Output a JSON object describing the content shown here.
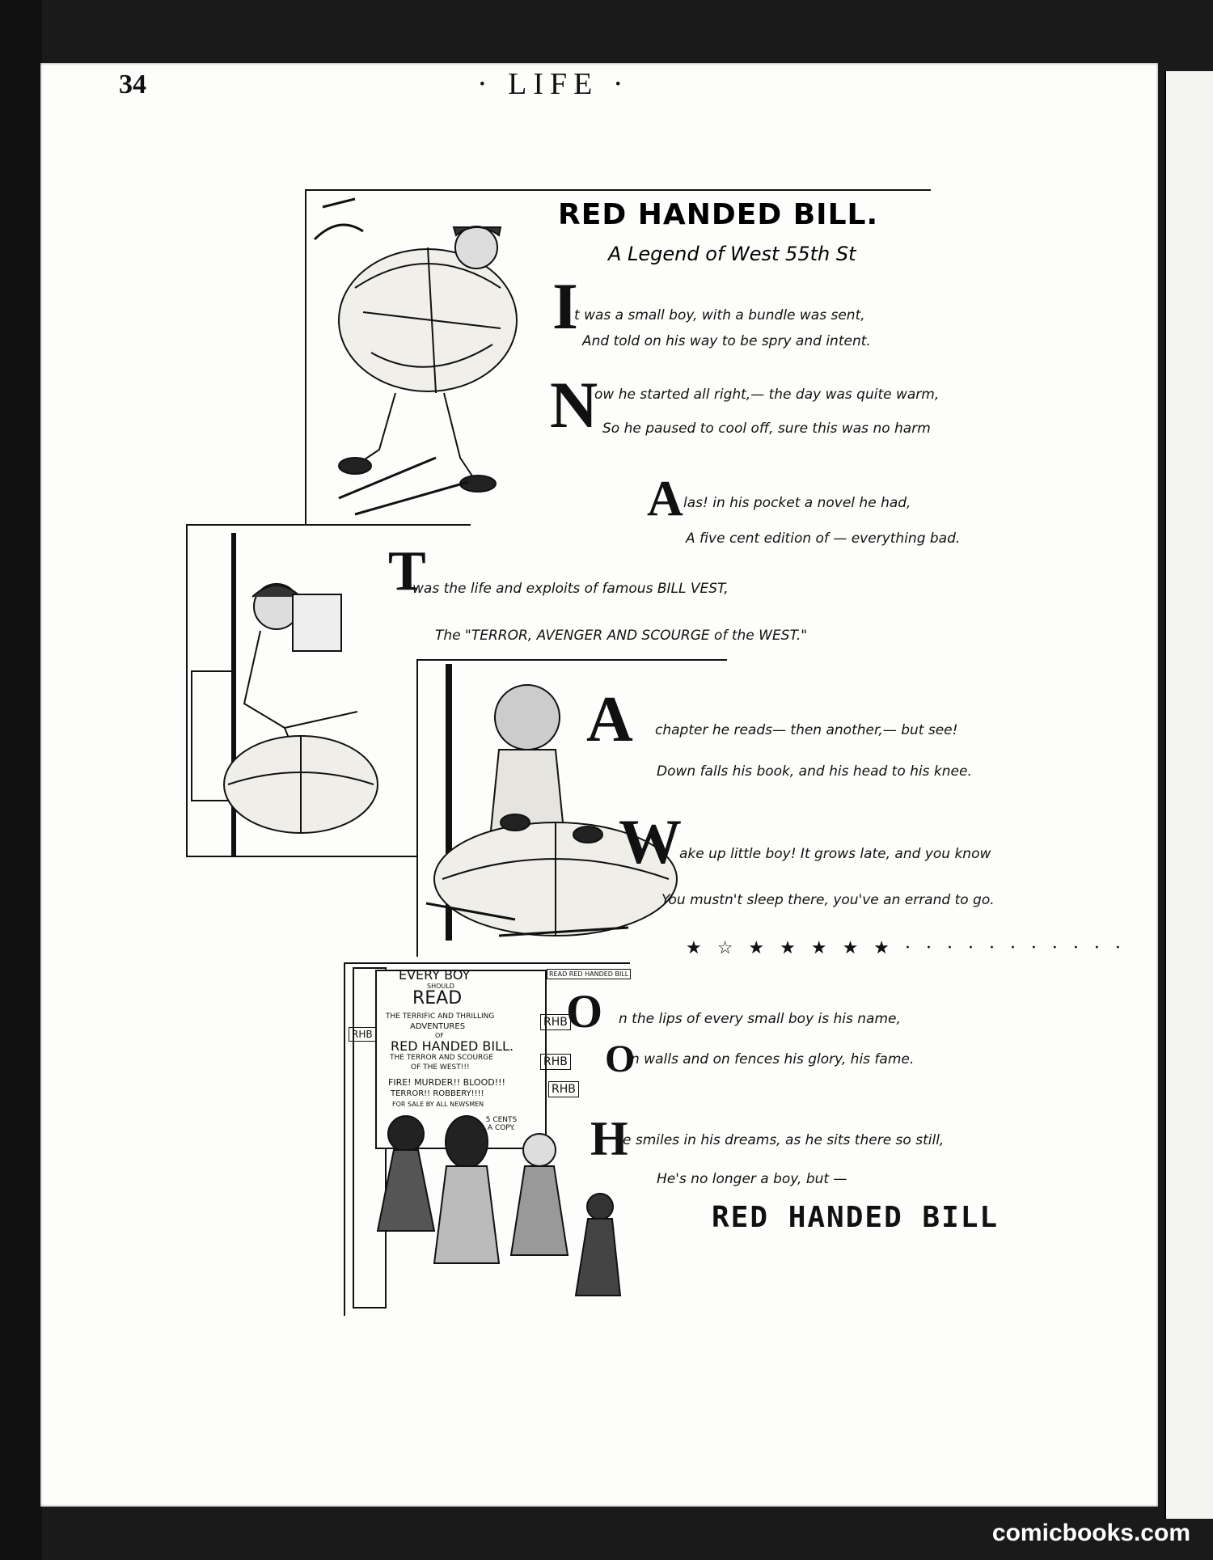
{
  "header": {
    "page_number": "34",
    "running_head": "· LIFE ·"
  },
  "poem": {
    "title": "RED HANDED BILL.",
    "subtitle": "A Legend of West 55th St",
    "stanzas": [
      {
        "initial": "I",
        "line1": "t was a small boy, with a bundle was sent,",
        "line2": "And told on his way to be spry and intent."
      },
      {
        "initial": "N",
        "line1": "ow he started all right,— the day was quite warm,",
        "line2": "So he paused to cool off, sure this was no harm"
      },
      {
        "initial": "A",
        "line1": "las! in his pocket a novel he had,",
        "line2": "A five cent edition of — everything bad."
      },
      {
        "initial": "T",
        "line1": "was the life and exploits of famous BILL VEST,",
        "line2": "The \"TERROR, AVENGER AND SCOURGE of the WEST.\""
      },
      {
        "initial": "A",
        "line1": "chapter he reads— then another,— but see!",
        "line2": "Down falls his book, and his head to his knee."
      },
      {
        "initial": "W",
        "line1": "ake up little boy! It grows late, and you know",
        "line2": "You mustn't sleep there, you've an errand to go."
      },
      {
        "initial": "O",
        "line1": "n the lips of every small boy is his name,"
      },
      {
        "initial": "O",
        "line1": "n walls and on fences his glory, his fame."
      },
      {
        "initial": "H",
        "line1": "e smiles in his dreams, as he sits there so still,",
        "line2": "He's no longer a boy, but —"
      }
    ],
    "stars": "★ ☆ ★ ★ ★ ★ ★ · · · · · · · · · · ·",
    "final_sign": "RED HANDED BILL"
  },
  "poster": {
    "l1": "EVERY BOY",
    "l2": "SHOULD",
    "l3": "READ",
    "l4": "THE TERRIFIC AND THRILLING",
    "l5": "ADVENTURES",
    "l6": "OF",
    "l7": "RED HANDED BILL.",
    "l8": "THE TERROR AND SCOURGE",
    "l9": "OF THE WEST!!!",
    "l10": "FIRE! MURDER!! BLOOD!!!",
    "l11": "TERROR!! ROBBERY!!!!",
    "l12": "FOR SALE BY ALL NEWSMEN",
    "price": "5 CENTS A COPY.",
    "tag": "RHB",
    "small_sign": "READ RED HANDED BILL"
  },
  "watermark": "comicbooks.com"
}
